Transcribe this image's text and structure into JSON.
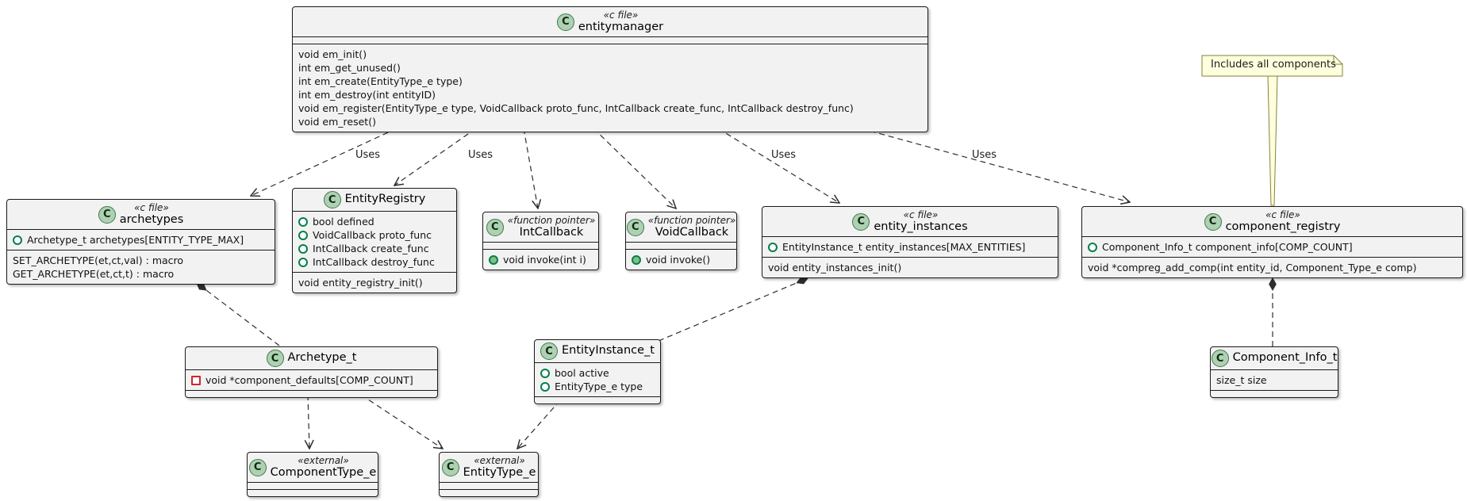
{
  "diagram": {
    "class_icon_letter": "C",
    "note_text": "Includes all components",
    "uses_labels": [
      "Uses",
      "Uses",
      "Uses",
      "Uses"
    ],
    "classes": {
      "entitymanager": {
        "stereotype": "«c file»",
        "name": "entitymanager",
        "methods": [
          {
            "icon": "none",
            "text": "void em_init()"
          },
          {
            "icon": "none",
            "text": "int em_get_unused()"
          },
          {
            "icon": "none",
            "text": "int em_create(EntityType_e type)"
          },
          {
            "icon": "none",
            "text": "int em_destroy(int entityID)"
          },
          {
            "icon": "none",
            "text": "void em_register(EntityType_e type, VoidCallback proto_func, IntCallback create_func, IntCallback destroy_func)"
          },
          {
            "icon": "none",
            "text": "void em_reset()"
          }
        ]
      },
      "archetypes": {
        "stereotype": "«c file»",
        "name": "archetypes",
        "fields": [
          {
            "icon": "circle-open-icon",
            "text": "Archetype_t archetypes[ENTITY_TYPE_MAX]"
          }
        ],
        "methods": [
          {
            "icon": "none",
            "text": "SET_ARCHETYPE(et,ct,val) : macro"
          },
          {
            "icon": "none",
            "text": "GET_ARCHETYPE(et,ct,t) : macro"
          }
        ]
      },
      "entityregistry": {
        "name": "EntityRegistry",
        "fields": [
          {
            "icon": "circle-open-icon",
            "text": "bool defined"
          },
          {
            "icon": "circle-open-icon",
            "text": "VoidCallback proto_func"
          },
          {
            "icon": "circle-open-icon",
            "text": "IntCallback create_func"
          },
          {
            "icon": "circle-open-icon",
            "text": "IntCallback destroy_func"
          }
        ],
        "methods": [
          {
            "icon": "none",
            "text": "void entity_registry_init()"
          }
        ]
      },
      "intcallback": {
        "stereotype": "«function pointer»",
        "name": "IntCallback",
        "methods": [
          {
            "icon": "circle-filled-icon",
            "text": "void invoke(int i)"
          }
        ]
      },
      "voidcallback": {
        "stereotype": "«function pointer»",
        "name": "VoidCallback",
        "methods": [
          {
            "icon": "circle-filled-icon",
            "text": "void invoke()"
          }
        ]
      },
      "entityinstances": {
        "stereotype": "«c file»",
        "name": "entity_instances",
        "fields": [
          {
            "icon": "circle-open-icon",
            "text": "EntityInstance_t entity_instances[MAX_ENTITIES]"
          }
        ],
        "methods": [
          {
            "icon": "none",
            "text": "void entity_instances_init()"
          }
        ]
      },
      "componentregistry": {
        "stereotype": "«c file»",
        "name": "component_registry",
        "fields": [
          {
            "icon": "circle-open-icon",
            "text": "Component_Info_t component_info[COMP_COUNT]"
          }
        ],
        "methods": [
          {
            "icon": "none",
            "text": "void *compreg_add_comp(int entity_id, Component_Type_e comp)"
          }
        ]
      },
      "archetypet": {
        "name": "Archetype_t",
        "fields": [
          {
            "icon": "square-open-icon",
            "text": "void *component_defaults[COMP_COUNT]"
          }
        ]
      },
      "entityinstancet": {
        "name": "EntityInstance_t",
        "fields": [
          {
            "icon": "circle-open-icon",
            "text": "bool active"
          },
          {
            "icon": "circle-open-icon",
            "text": "EntityType_e type"
          }
        ]
      },
      "componentinfot": {
        "name": "Component_Info_t",
        "fields": [
          {
            "icon": "none",
            "text": "size_t size"
          }
        ]
      },
      "componenttypee": {
        "stereotype": "«external»",
        "name": "ComponentType_e"
      },
      "entitytypee": {
        "stereotype": "«external»",
        "name": "EntityType_e"
      }
    }
  }
}
